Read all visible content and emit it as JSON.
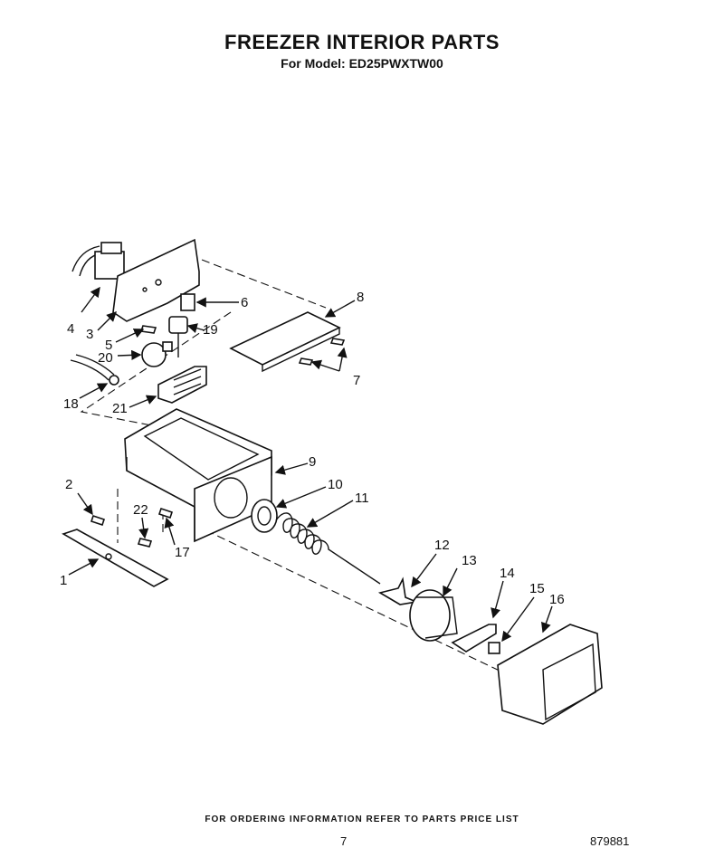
{
  "header": {
    "title": "FREEZER INTERIOR PARTS",
    "subtitle": "For Model: ED25PWXTW00"
  },
  "footer": {
    "ordering_note": "FOR ORDERING INFORMATION REFER TO PARTS PRICE LIST",
    "page_number": "7",
    "document_number": "879881"
  },
  "callouts": [
    "1",
    "2",
    "3",
    "4",
    "5",
    "6",
    "7",
    "8",
    "9",
    "10",
    "11",
    "12",
    "13",
    "14",
    "15",
    "16",
    "17",
    "18",
    "19",
    "20",
    "21",
    "22"
  ]
}
